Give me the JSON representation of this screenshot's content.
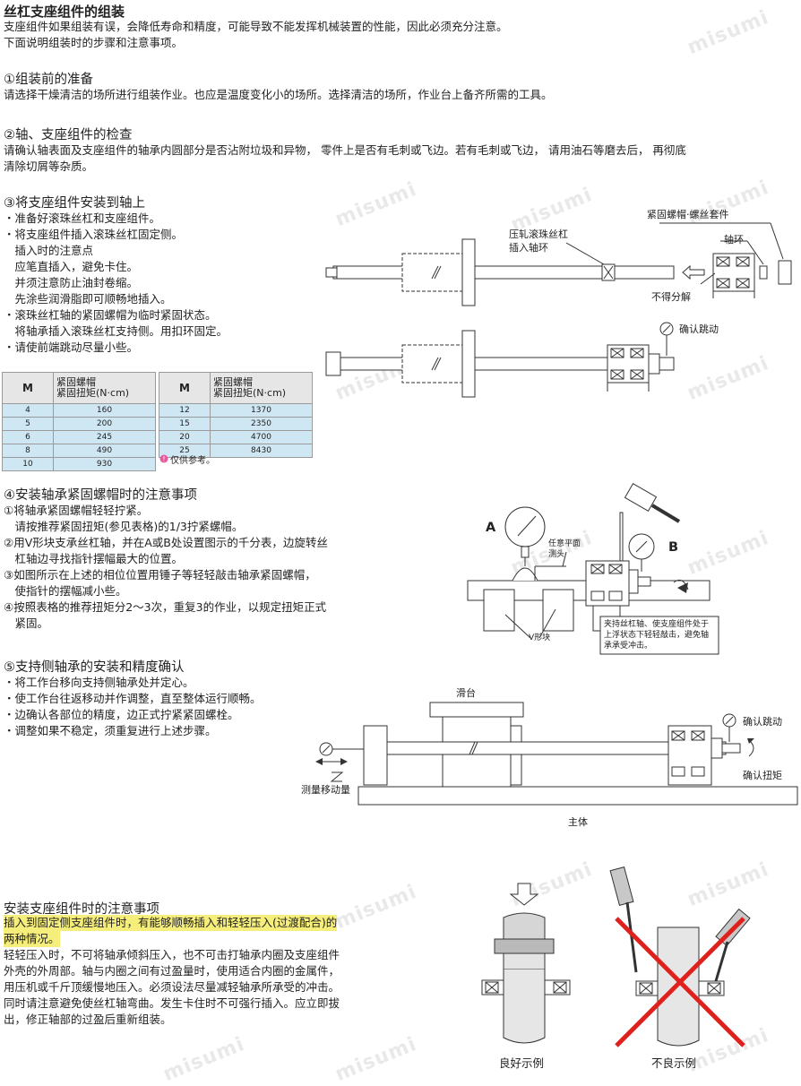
{
  "watermark": "misumi",
  "title": "丝杠支座组件的组装",
  "intro": [
    "支座组件如果组装有误，会降低寿命和精度，可能导致不能发挥机械装置的性能，因此必须充分注意。",
    "下面说明组装时的步骤和注意事项。"
  ],
  "s1": {
    "heading": "①组装前的准备",
    "text": "请选择干燥清洁的场所进行组装作业。也应是温度变化小的场所。选择清洁的场所，作业台上备齐所需的工具。"
  },
  "s2": {
    "heading": "②轴、支座组件的检查",
    "lines": [
      "请确认轴表面及支座组件的轴承内圆部分是否沾附垃圾和异物， 零件上是否有毛刺或飞边。若有毛刺或飞边， 请用油石等磨去后， 再彻底",
      "清除切屑等杂质。"
    ]
  },
  "s3": {
    "heading": "③将支座组件安装到轴上",
    "lines": [
      "・准备好滚珠丝杠和支座组件。",
      "・将支座组件插入滚珠丝杠固定侧。",
      "　插入时的注意点",
      "　应笔直插入，避免卡住。",
      "　并须注意防止油封卷缩。",
      "　先涂些润滑脂即可顺畅地插入。",
      "・滚珠丝杠轴的紧固螺帽为临时紧固状态。",
      "　将轴承插入滚珠丝杠支持侧。用扣环固定。",
      "・请使前端跳动尽量小些。"
    ],
    "diagram_labels": {
      "locknut_set": "紧固螺帽·螺丝套件",
      "press_fit_1": "压轧滚珠丝杠",
      "press_fit_2": "插入轴环",
      "collar": "轴环",
      "no_disassemble": "不得分解",
      "check_runout": "确认跳动"
    }
  },
  "torque_table": {
    "col_m": "M",
    "col_torque_1": "紧固螺帽",
    "col_torque_2": "紧固扭矩(N·cm)",
    "left_rows": [
      [
        "4",
        "160"
      ],
      [
        "5",
        "200"
      ],
      [
        "6",
        "245"
      ],
      [
        "8",
        "490"
      ],
      [
        "10",
        "930"
      ]
    ],
    "right_rows": [
      [
        "12",
        "1370"
      ],
      [
        "15",
        "2350"
      ],
      [
        "20",
        "4700"
      ],
      [
        "25",
        "8430"
      ]
    ],
    "note": "仅供参考。"
  },
  "s4": {
    "heading": "④安装轴承紧固螺帽时的注意事项",
    "lines": [
      "①将轴承紧固螺帽轻轻拧紧。",
      "　请按推荐紧固扭矩(参见表格)的1/3拧紧螺帽。",
      "②用V形块支承丝杠轴，并在A或B处设置图示的千分表，边旋转丝",
      "　杠轴边寻找指针摆幅最大的位置。",
      "③如图所示在上述的相位位置用锤子等轻轻敲击轴承紧固螺帽，",
      "　使指针的摆幅减小些。",
      "④按照表格的推荐扭矩分2～3次，重复3的作业，以规定扭矩正式",
      "　紧固。"
    ],
    "diagram_labels": {
      "a": "A",
      "b": "B",
      "probe_1": "任意平面",
      "probe_2": "测头",
      "vblock": "V形块",
      "note": [
        "夹持丝杠轴、使支座组件处于",
        "上浮状态下轻轻敲击，避免轴",
        "承承受冲击。"
      ]
    }
  },
  "s5": {
    "heading": "⑤支持侧轴承的安装和精度确认",
    "lines": [
      "・将工作台移向支持侧轴承处并定心。",
      "・使工作台往返移动并作调整，直至整体运行顺畅。",
      "・边确认各部位的精度，边正式拧紧紧固螺栓。",
      "・调整如果不稳定，须重复进行上述步骤。"
    ],
    "diagram_labels": {
      "slide": "滑台",
      "check_runout": "确认跳动",
      "check_torque": "确认扭矩",
      "measure": "测量移动量",
      "body": "主体"
    }
  },
  "s6": {
    "heading": "安装支座组件时的注意事项",
    "highlight": [
      "插入到固定侧支座组件时，有能够顺畅插入和轻轻压入(过渡配合)的",
      "两种情况。"
    ],
    "lines": [
      "轻轻压入时，不可将轴承倾斜压入，也不可击打轴承内圈及支座组件",
      "外壳的外周部。轴与内圈之间有过盈量时，使用适合内圈的金属件，",
      "用压机或千斤顶缓慢地压入。必须设法尽量减轻轴承所承受的冲击。",
      "同时请注意避免使丝杠轴弯曲。发生卡住时不可强行插入。应立即拔",
      "出，修正轴部的过盈后重新组装。"
    ],
    "good": "良好示例",
    "bad": "不良示例"
  },
  "colors": {
    "highlight": "#f6ee7a",
    "table_head": "#e6e6e6",
    "table_body": "#cfe6f3",
    "cross": "#e0201c"
  }
}
